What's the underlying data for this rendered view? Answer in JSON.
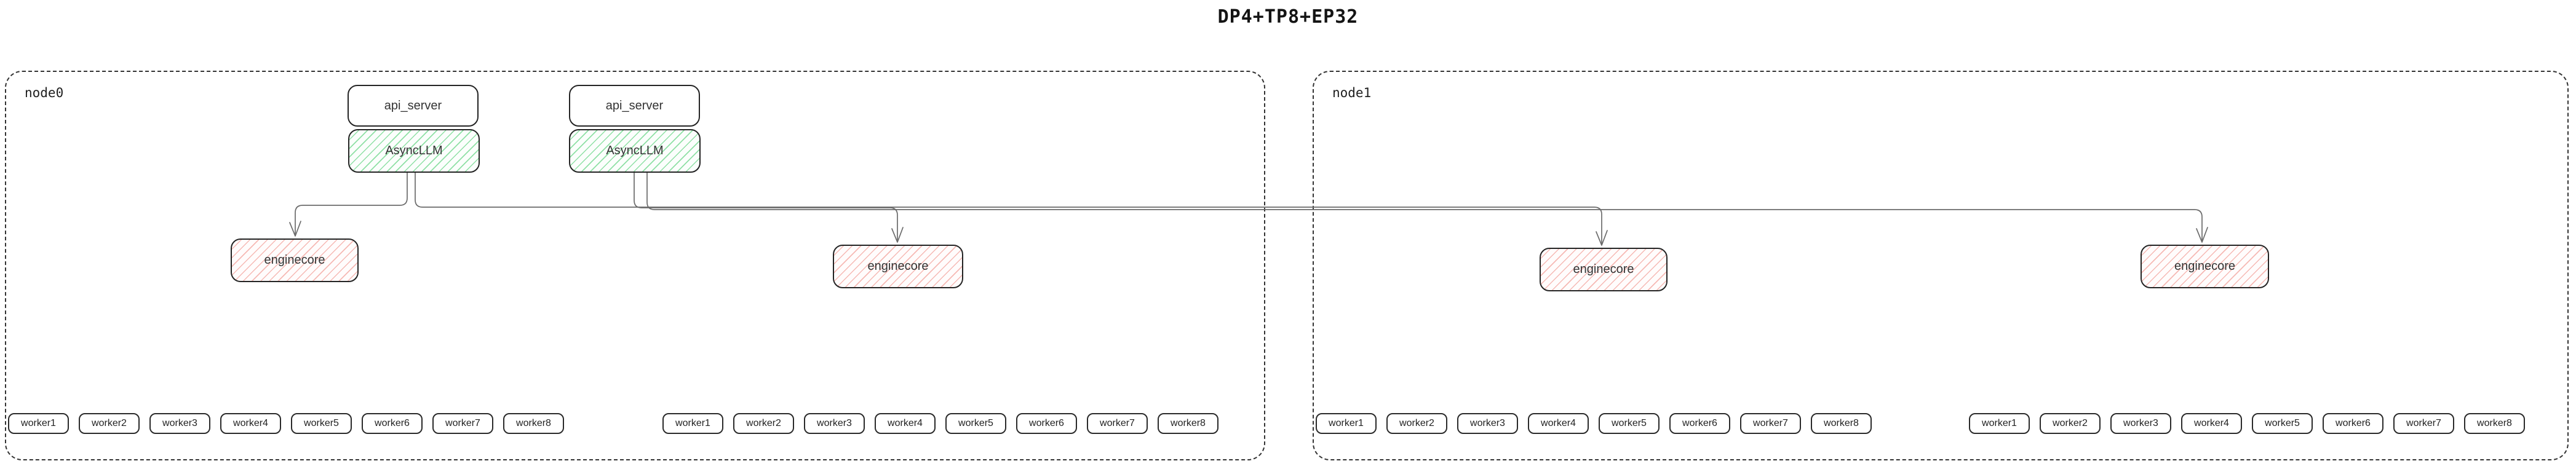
{
  "title": "DP4+TP8+EP32",
  "nodes": [
    {
      "label": "node0"
    },
    {
      "label": "node1"
    }
  ],
  "labels": {
    "api_server": "api_server",
    "async_llm": "AsyncLLM",
    "enginecore": "enginecore"
  },
  "workers": [
    "worker1",
    "worker2",
    "worker3",
    "worker4",
    "worker5",
    "worker6",
    "worker7",
    "worker8"
  ],
  "colors": {
    "green_hatch": "#8fe0a5",
    "red_hatch": "#f6b9b4",
    "connector_gray": "#6b6b6b",
    "box_border": "#242424",
    "node_border": "#333333"
  }
}
